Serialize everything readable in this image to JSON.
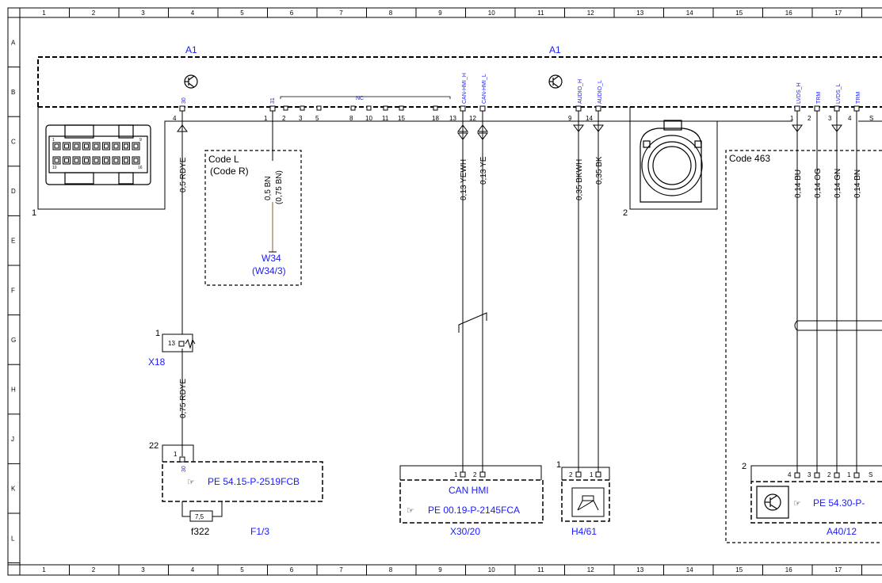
{
  "grid": {
    "columns": [
      "1",
      "2",
      "3",
      "4",
      "5",
      "6",
      "7",
      "8",
      "9",
      "10",
      "11",
      "12",
      "13",
      "14",
      "15",
      "16",
      "17"
    ],
    "rows": [
      "A",
      "B",
      "C",
      "D",
      "E",
      "F",
      "G",
      "H",
      "J",
      "K",
      "L"
    ]
  },
  "components": {
    "a1_left_label": "A1",
    "a1_right_label": "A1",
    "connector1_number": "1",
    "connector1_pins_top": [
      "1",
      "9"
    ],
    "connector1_pins_bottom": [
      "10",
      "16"
    ],
    "connector2_number": "2",
    "nc_label": "NC",
    "pin_30": {
      "number": "4",
      "signal": "30"
    },
    "pin_31": {
      "number": "1",
      "signal": "31"
    },
    "nc_pins": [
      "2",
      "3",
      "5",
      "8",
      "10",
      "11",
      "15",
      "18"
    ],
    "can_h": {
      "number": "13",
      "signal": "CAN-HMI_H"
    },
    "can_l": {
      "number": "12",
      "signal": "CAN-HMI_L"
    },
    "audio_h": {
      "number": "9",
      "signal": "AUDIO_H"
    },
    "audio_l": {
      "number": "14",
      "signal": "AUDIO_L"
    },
    "lvds_h": {
      "number": "1",
      "signal": "LVDS_H"
    },
    "trm1": {
      "number": "2",
      "signal": "TRM"
    },
    "lvds_l": {
      "number": "3",
      "signal": "LVDS_L"
    },
    "trm2": {
      "number": "4",
      "signal": "TRM"
    },
    "pin_s": "S",
    "code_l": "Code L",
    "code_r": "(Code R)",
    "code_463": "Code 463",
    "w34": "W34",
    "w34_alt": "(W34/3)",
    "x18": "X18",
    "x18_pin": "13",
    "x18_number": "1",
    "f13_number": "22",
    "f13_pin": "1",
    "f13_signal": "30",
    "f13_ref": "PE 54.15-P-2519FCB",
    "fuse_value": "7,5",
    "fuse_id": "f322",
    "f13_label": "F1/3",
    "x30_pins": [
      "1",
      "2"
    ],
    "x30_title": "CAN HMI",
    "x30_ref": "PE 00.19-P-2145FCA",
    "x30_label": "X30/20",
    "h461_number": "1",
    "h461_pins": [
      "2",
      "1"
    ],
    "h461_label": "H4/61",
    "a40_number": "2",
    "a40_pins": [
      "4",
      "3",
      "2",
      "1",
      "S"
    ],
    "a40_ref": "PE 54.30-P-",
    "a40_label": "A40/12"
  },
  "wires": {
    "w30": "0,5 RDYE",
    "w31": "0,5 BN",
    "w31_alt": "(0,75 BN)",
    "w_x18": "0,75 RDYE",
    "can_h": "0,13 YEWH",
    "can_l": "0,13 YE",
    "audio_h": "0,35 BKWH",
    "audio_l": "0,35 BK",
    "lvds_h": "0,14 BU",
    "trm1": "0,14 OG",
    "lvds_l": "0,14 GN",
    "trm2": "0,14 BN"
  }
}
